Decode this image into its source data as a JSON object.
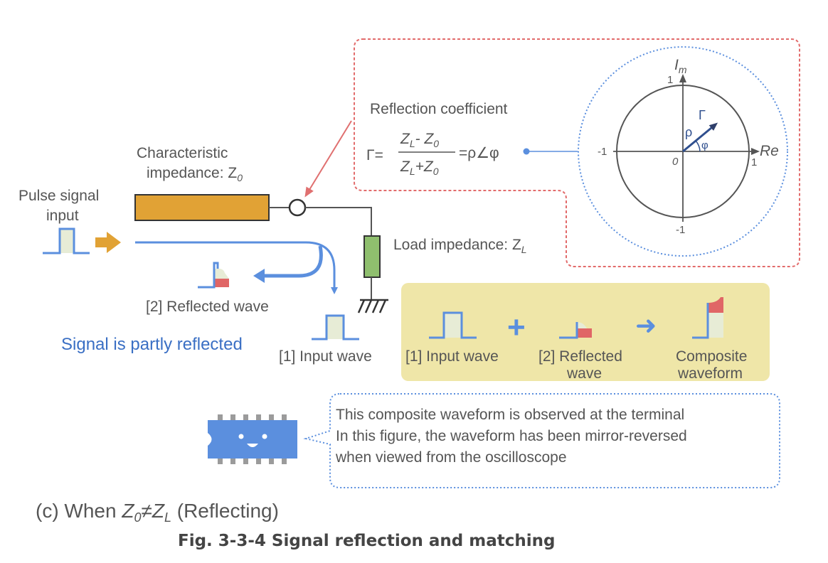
{
  "reflection": {
    "title": "Reflection coefficient",
    "gamma_eq": "Γ=",
    "numerator": "Z",
    "num_sub_L": "L",
    "num_minus": "- Z",
    "num_sub_0": "0",
    "denominator": "Z",
    "den_sub_L": "L",
    "den_plus": "+Z",
    "den_sub_0": "0",
    "rhs": "=ρ∠φ"
  },
  "polar": {
    "im_label": "I",
    "im_sub": "m",
    "re_label": "Re",
    "one_top": "1",
    "one_right": "1",
    "minus_one_left": "-1",
    "minus_one_bottom": "-1",
    "origin": "0",
    "gamma": "Γ",
    "rho": "ρ",
    "phi": "φ"
  },
  "circuit": {
    "char_imp_line1": "Characteristic",
    "char_imp_line2": "impedance: Z",
    "char_imp_sub": "0",
    "pulse_line1": "Pulse signal",
    "pulse_line2": "input",
    "load_imp": "Load impedance: Z",
    "load_sub": "L",
    "reflected_wave": "[2] Reflected wave",
    "partly_reflected": "Signal is partly reflected",
    "input_wave": "[1] Input wave"
  },
  "composite": {
    "input_wave": "[1] Input wave",
    "reflected_line1": "[2] Reflected",
    "reflected_line2": "wave",
    "composite_line1": "Composite",
    "composite_line2": "waveform",
    "plus": "+",
    "arrow": "➜"
  },
  "note": {
    "line1": "This composite waveform is observed at the terminal",
    "line2": "In this figure, the waveform has been mirror-reversed",
    "line3": "when viewed from the oscilloscope"
  },
  "caption": {
    "part_label": "(c) When ",
    "z0": "Z",
    "z0_sub": "0",
    "neq": "≠",
    "zl": "Z",
    "zl_sub": "L",
    "reflecting": " (Reflecting)",
    "figure_title": "Fig. 3-3-4 Signal reflection and matching"
  },
  "colors": {
    "line_blue": "#5b8fde",
    "text_blue": "#3a6fc4",
    "orange": "#e1a235",
    "green": "#8fbf6e",
    "pink_dash": "#e26b6b",
    "yellow_panel": "#efe6a8",
    "red_fill": "#e06666",
    "pulse_fill": "#e7ecd6"
  }
}
